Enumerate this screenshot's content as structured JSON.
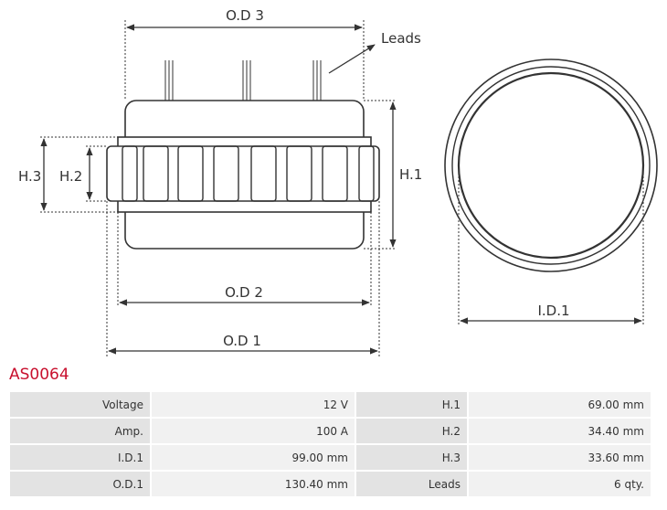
{
  "diagram": {
    "labels": {
      "od3": "O.D 3",
      "leads": "Leads",
      "h1": "H.1",
      "h2": "H.2",
      "h3": "H.3",
      "od2": "O.D 2",
      "od1": "O.D 1",
      "id1": "I.D.1"
    },
    "colors": {
      "line": "#333333",
      "title": "#c8102e",
      "key_bg": "#e3e3e3",
      "value_bg": "#f1f1f1"
    }
  },
  "part_number": "AS0064",
  "specs": [
    {
      "k1": "Voltage",
      "v1": "12 V",
      "k2": "H.1",
      "v2": "69.00 mm"
    },
    {
      "k1": "Amp.",
      "v1": "100 A",
      "k2": "H.2",
      "v2": "34.40 mm"
    },
    {
      "k1": "I.D.1",
      "v1": "99.00 mm",
      "k2": "H.3",
      "v2": "33.60 mm"
    },
    {
      "k1": "O.D.1",
      "v1": "130.40 mm",
      "k2": "Leads",
      "v2": "6 qty."
    }
  ]
}
